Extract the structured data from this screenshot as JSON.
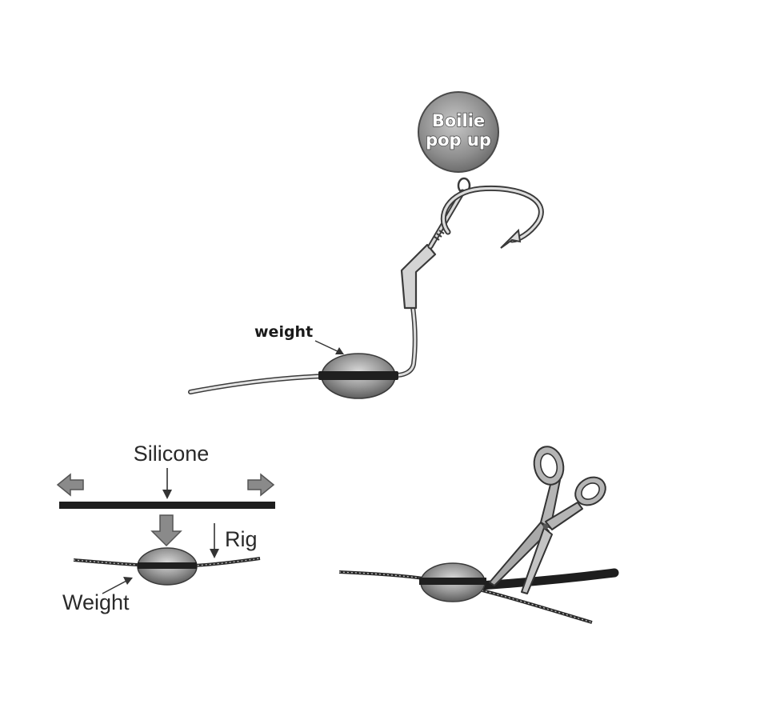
{
  "top_rig": {
    "boilie_label_line1": "Boilie",
    "boilie_label_line2": "pop up",
    "weight_label": "weight"
  },
  "lower_left": {
    "silicone_label": "Silicone",
    "rig_label": "Rig",
    "weight_label": "Weight"
  },
  "colors": {
    "line_dark": "#1e1e1e",
    "weight_gray": "#8c8c8c",
    "arrow_gray": "#8a8a8a",
    "boilie_gray": "#9a9a9a"
  },
  "icons": [
    "boilie-ball",
    "hook-icon",
    "weight-sinker",
    "arrow-left-icon",
    "arrow-right-icon",
    "arrow-down-icon",
    "scissors-icon"
  ]
}
